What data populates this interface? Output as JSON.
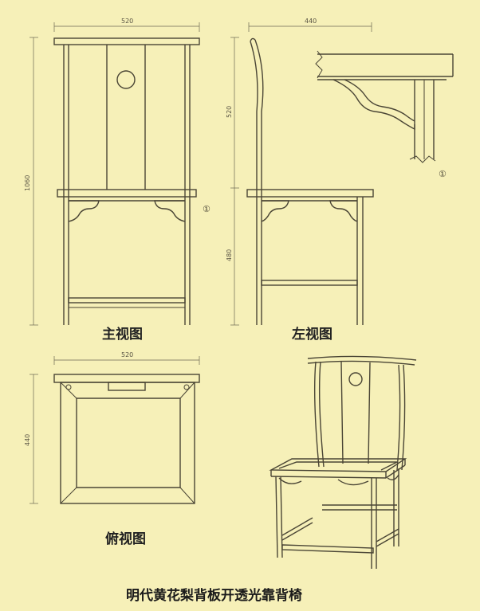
{
  "views": {
    "front": {
      "label": "主视图",
      "width_dim": "520",
      "height_dim": "1060"
    },
    "left": {
      "label": "左视图",
      "depth_dim": "440",
      "upper_dim": "520",
      "lower_dim": "480"
    },
    "top": {
      "label": "俯视图",
      "width_dim": "520",
      "depth_dim": "440"
    }
  },
  "markers": {
    "section_mark": "①"
  },
  "caption": "明代黄花梨背板开透光靠背椅",
  "colors": {
    "background": "#f6f0b8",
    "line": "#4a4535"
  }
}
